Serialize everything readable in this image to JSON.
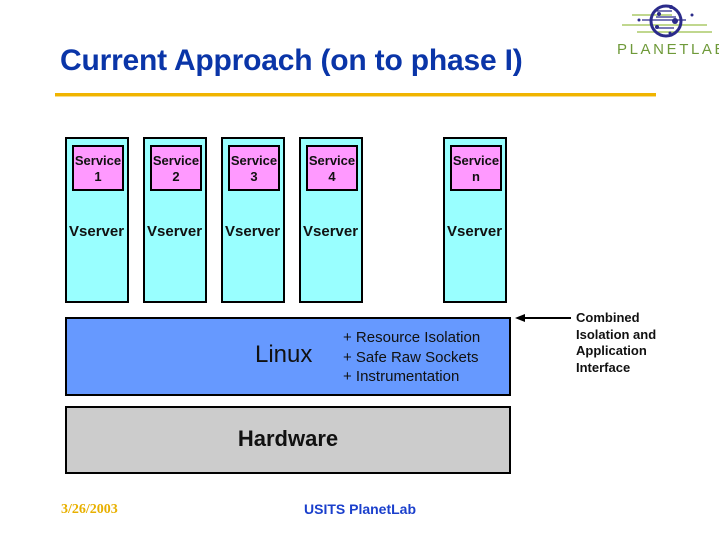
{
  "slide": {
    "title": "Current Approach (on to phase I)",
    "logo": {
      "icon": "planetlab-globe-icon",
      "text": "PLANETLAB",
      "colors": {
        "ring": "#2b2b8a",
        "lines": "#9bbf4a",
        "text": "#6f9a3a"
      }
    },
    "rule_color": "#f0b400"
  },
  "diagram": {
    "vservers": [
      {
        "service_label": "Service",
        "service_id": "1",
        "vserver_label": "Vserver"
      },
      {
        "service_label": "Service",
        "service_id": "2",
        "vserver_label": "Vserver"
      },
      {
        "service_label": "Service",
        "service_id": "3",
        "vserver_label": "Vserver"
      },
      {
        "service_label": "Service",
        "service_id": "4",
        "vserver_label": "Vserver"
      },
      {
        "service_label": "Service",
        "service_id": "n",
        "vserver_label": "Vserver"
      }
    ],
    "linux": {
      "label": "Linux",
      "features": [
        "+ Resource Isolation",
        "+ Safe Raw Sockets",
        "+ Instrumentation"
      ]
    },
    "hardware": {
      "label": "Hardware"
    },
    "callout": {
      "lines": [
        "Combined",
        "Isolation and",
        "Application",
        "Interface"
      ],
      "arrow_icon": "arrow-left-icon"
    },
    "colors": {
      "vserver": "#99ffff",
      "service": "#ff99ff",
      "linux": "#6699ff",
      "hardware": "#cccccc"
    }
  },
  "footer": {
    "date": "3/26/2003",
    "center": "USITS PlanetLab"
  }
}
